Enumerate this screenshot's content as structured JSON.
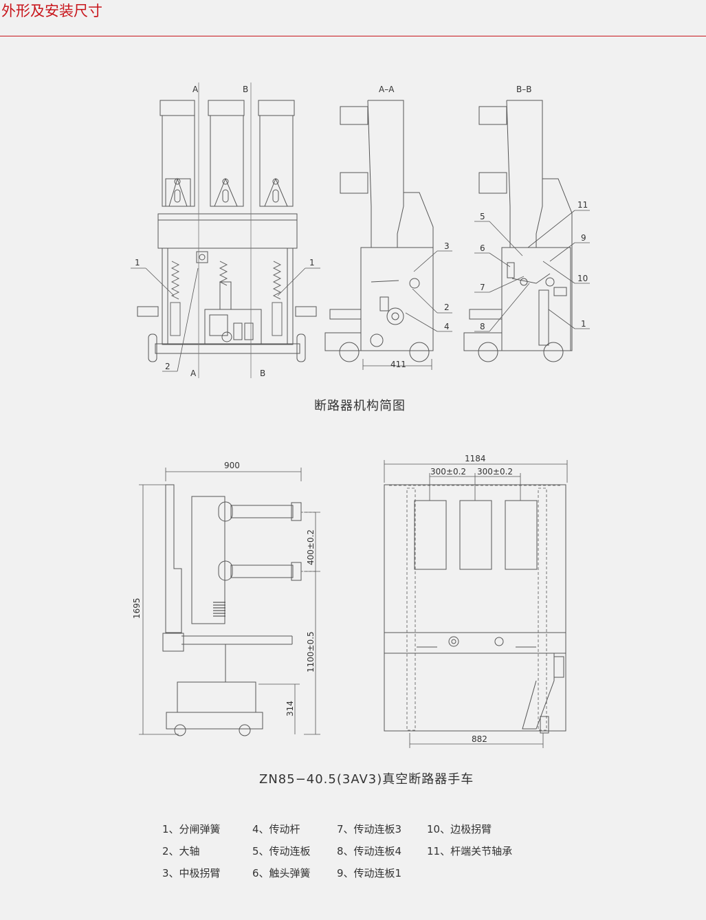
{
  "header": {
    "title": "外形及安装尺寸",
    "accent": "#c8151b"
  },
  "figure1": {
    "caption": "断路器机构简图",
    "section_markers": {
      "a": "A",
      "b": "B",
      "aa": "A–A",
      "bb": "B–B"
    },
    "front_callouts": [
      "1",
      "1",
      "2"
    ],
    "aa_callouts": [
      "3",
      "2",
      "4"
    ],
    "aa_dimension": "411",
    "bb_callouts": [
      "5",
      "6",
      "7",
      "8",
      "11",
      "9",
      "10",
      "1"
    ]
  },
  "figure2": {
    "caption": "ZN85−40.5(3AV3)真空断路器手车",
    "side": {
      "width": "900",
      "height": "1695",
      "pitch": "400±0.2",
      "lower": "1100±0.5",
      "base": "314"
    },
    "front": {
      "width": "1184",
      "pitch1": "300±0.2",
      "pitch2": "300±0.2",
      "wheelbase": "882"
    }
  },
  "legend": {
    "items": [
      "1、分闸弹簧",
      "4、传动杆",
      "7、传动连板3",
      "10、边极拐臂",
      "2、大轴",
      "5、传动连板",
      "8、传动连板4",
      "11、杆端关节轴承",
      "3、中极拐臂",
      "6、触头弹簧",
      "9、传动连板1"
    ]
  }
}
